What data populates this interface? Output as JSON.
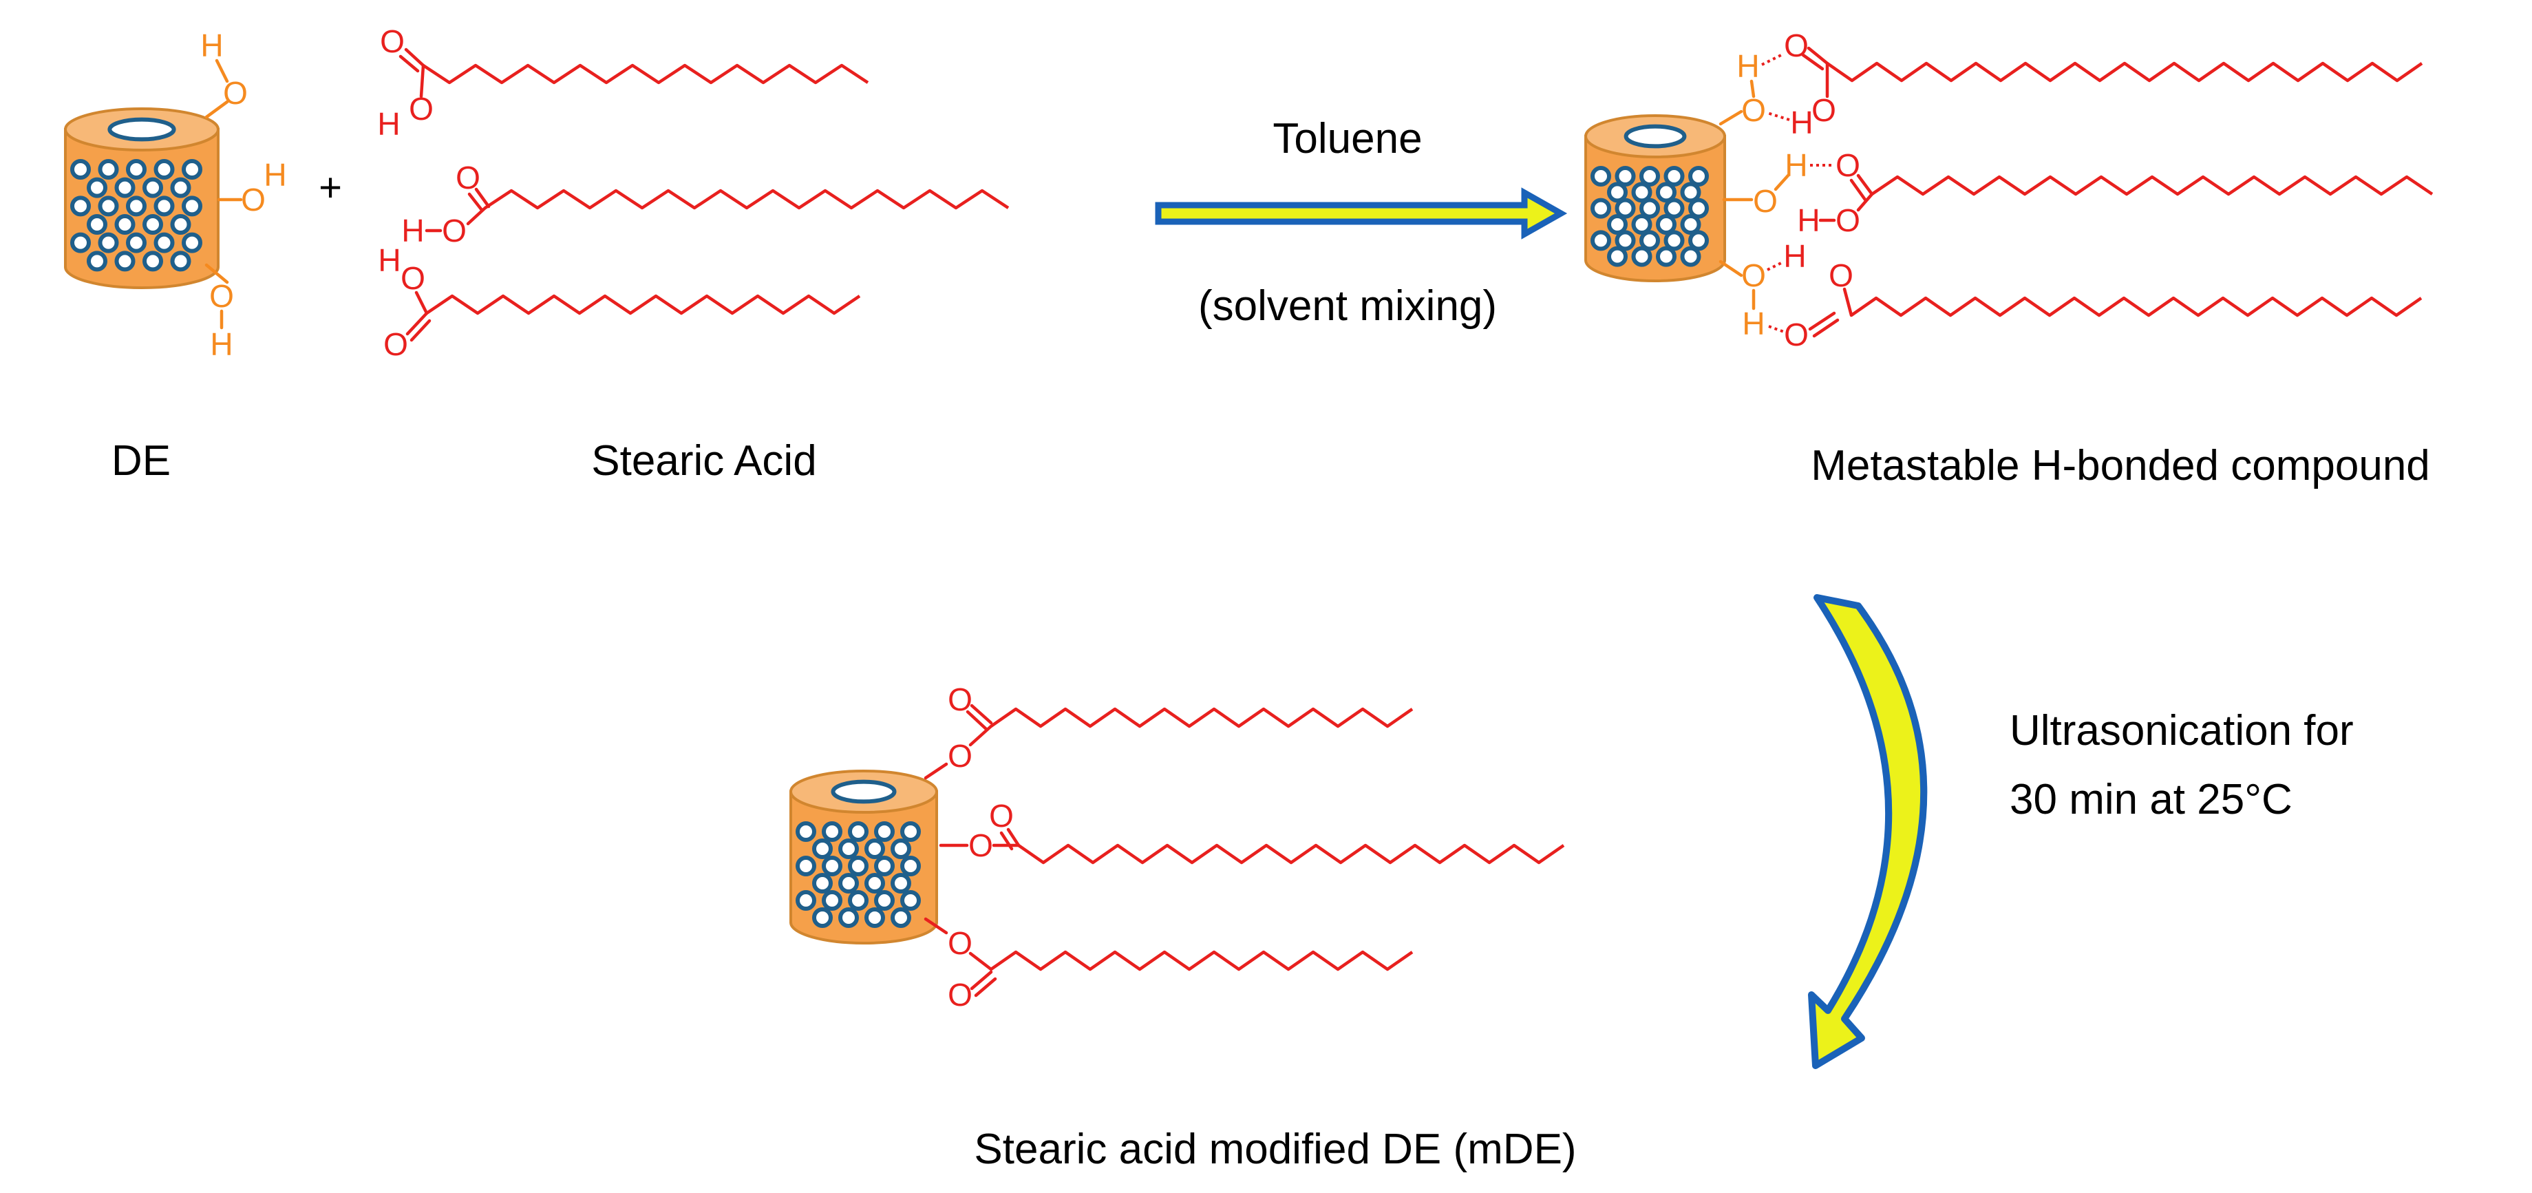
{
  "colors": {
    "acid": "#e8201e",
    "hydroxyl": "#f58a1f",
    "de_body": "#f5a04a",
    "de_outline": "#d1862f",
    "pore_edge": "#1f5f8b",
    "arrow_outline": "#1a62b8",
    "arrow_fill": "#ecf21a"
  },
  "reactants": {
    "de_label": "DE",
    "plus_sign": "+",
    "acid_label": "Stearic Acid"
  },
  "step1": {
    "reagent": "Toluene",
    "condition": "(solvent mixing)"
  },
  "intermediate": {
    "label": "Metastable H-bonded compound"
  },
  "step2": {
    "condition_line1": "Ultrasonication for",
    "condition_line2": "30 min at 25°C"
  },
  "product": {
    "label": "Stearic acid modified DE (mDE)"
  },
  "atoms": {
    "oxygen": "O",
    "hydrogen": "H"
  }
}
